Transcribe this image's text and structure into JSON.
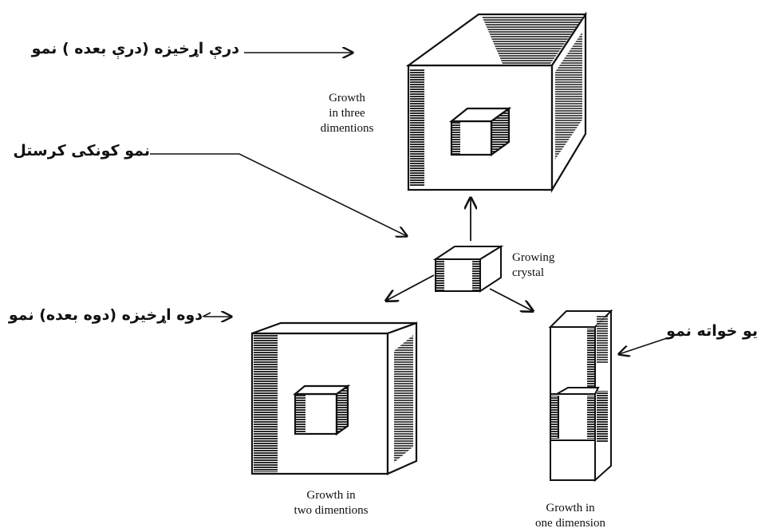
{
  "labels": {
    "three_dim": [
      "Growth",
      "in three",
      "dimentions"
    ],
    "growing": [
      "Growing",
      "crystal"
    ],
    "two_dim": [
      "Growth in",
      "two dimentions"
    ],
    "one_dim": [
      "Growth in",
      "one dimension"
    ]
  },
  "annotations": {
    "three_dim_ps": "درې اړخيزه (درې بعده ) نمو",
    "growing_ps": "نمو کونکی کرستل",
    "two_dim_ps": "دوه اړخيزه (دوه بعده) نمو",
    "one_dim_ps": "يو خواته نمو"
  },
  "colors": {
    "ink": "#111111",
    "paper": "#ffffff"
  }
}
